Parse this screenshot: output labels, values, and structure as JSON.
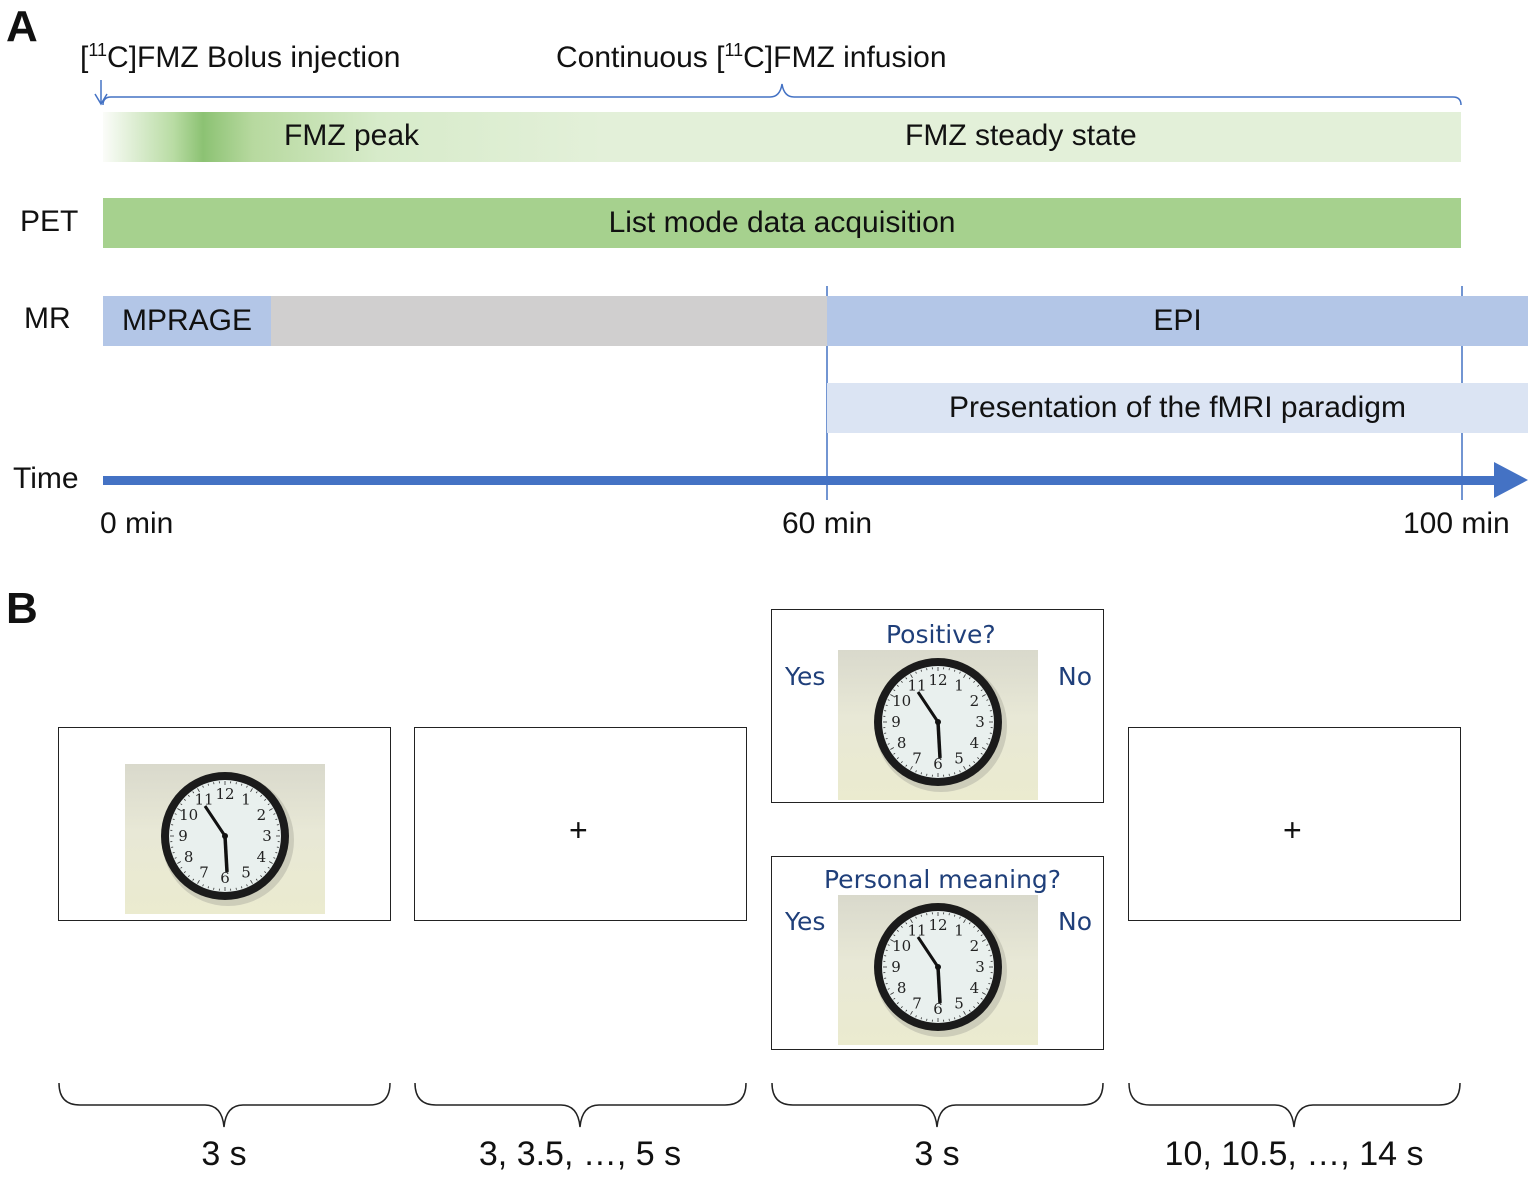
{
  "panel_a": {
    "letter": "A",
    "bolus_label_pre": "[",
    "bolus_label_sup": "11",
    "bolus_label_post": "C]FMZ Bolus injection",
    "infusion_label_pre": "Continuous [",
    "infusion_label_sup": "11",
    "infusion_label_post": "C]FMZ infusion",
    "fmz_peak": "FMZ peak",
    "fmz_steady": "FMZ steady state",
    "row_pet": "PET",
    "pet_bar": "List mode data acquisition",
    "row_mr": "MR",
    "mprage": "MPRAGE",
    "epi": "EPI",
    "paradigm": "Presentation of the fMRI paradigm",
    "row_time": "Time",
    "tick_0": "0 min",
    "tick_60": "60 min",
    "tick_100": "100 min"
  },
  "panel_b": {
    "letter": "B",
    "q_positive": "Positive?",
    "q_personal": "Personal meaning?",
    "yes": "Yes",
    "no": "No",
    "cross": "+",
    "durations": [
      "3 s",
      "3, 3.5, …, 5 s",
      "3 s",
      "10, 10.5, …, 14 s"
    ]
  },
  "colors": {
    "green_bar": "#a6d18e",
    "green_light": "#e3f0d9",
    "blue_bar": "#b3c6e7",
    "blue_light": "#dbe4f3",
    "gray_bar": "#d0cfcf",
    "arrow_blue": "#4472c4",
    "question_text": "#1f3f7a"
  }
}
